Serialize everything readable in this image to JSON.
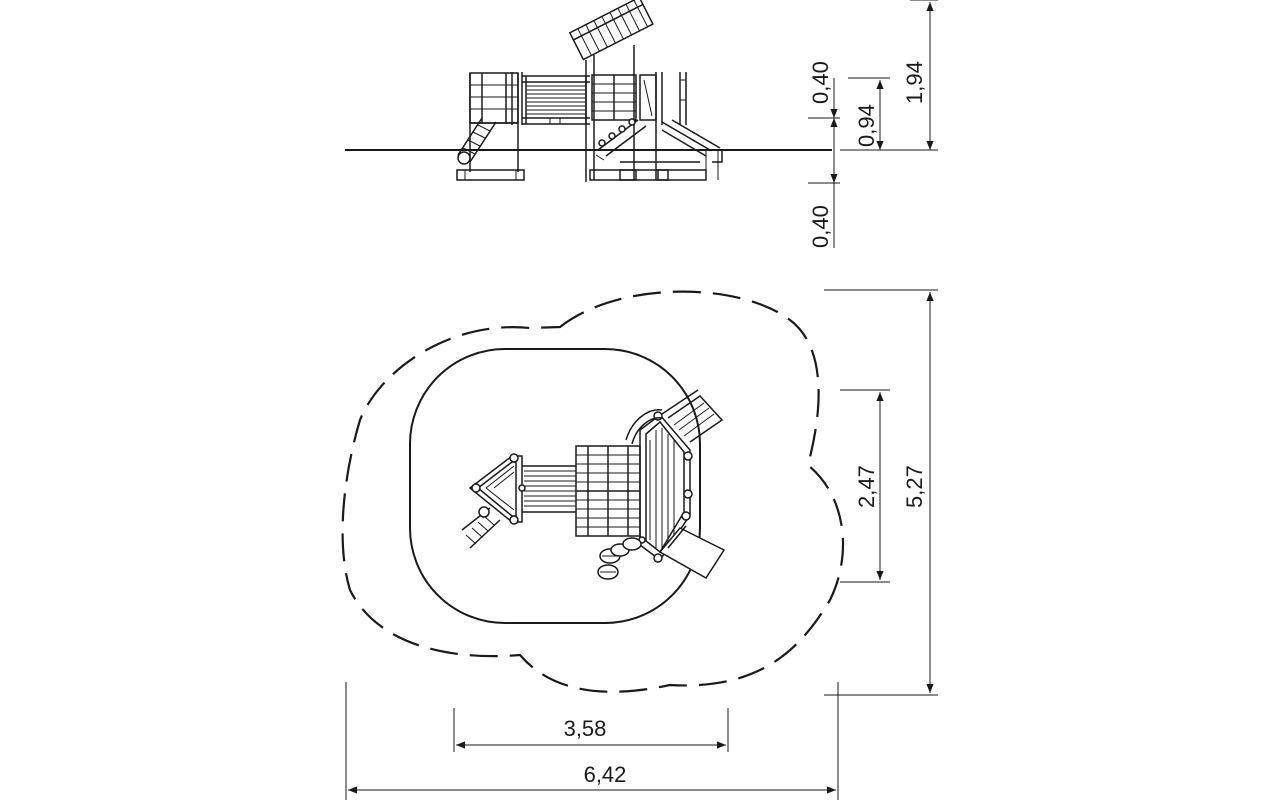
{
  "dimensions": {
    "elevation_top": "0,40",
    "elevation_platform": "0,94",
    "elevation_total": "1,94",
    "foundation_depth": "0,40",
    "plan_depth_equipment": "2,47",
    "plan_depth_total": "5,27",
    "plan_width_equipment": "3,58",
    "plan_width_total": "6,42"
  },
  "colors": {
    "line": "#1a1a1a",
    "background": "#ffffff"
  }
}
